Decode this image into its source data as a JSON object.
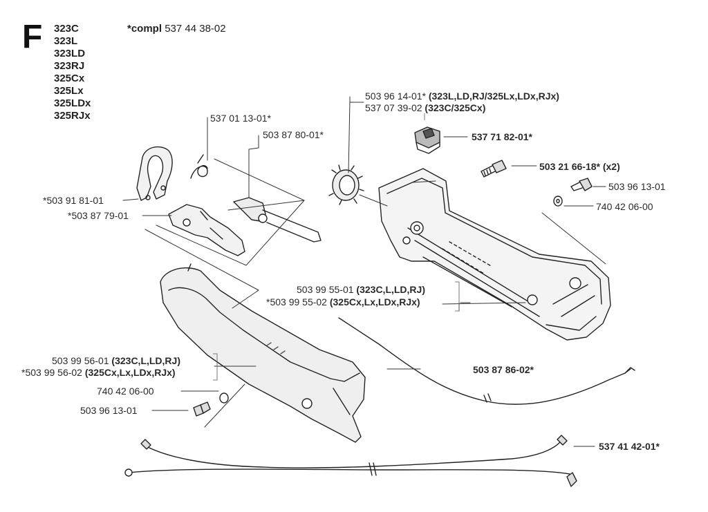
{
  "section": "F",
  "models": [
    "323C",
    "323L",
    "323LD",
    "323RJ",
    "325Cx",
    "325Lx",
    "325LDx",
    "325RJx"
  ],
  "compl": {
    "prefix": "*compl",
    "number": "537 44 38-02"
  },
  "parts": {
    "p_503961401": {
      "code": "503 96 14-01*",
      "note": "(323L,LD,RJ/325Lx,LDx,RJx)"
    },
    "p_537073902": {
      "code": "537 07 39-02",
      "note": "(323C/325Cx)"
    },
    "p_537718201": {
      "code": "537 71 82-01*"
    },
    "p_503216618": {
      "code": "503 21 66-18*",
      "note": "(x2)"
    },
    "p_503961301_top": {
      "code": "503 96 13-01"
    },
    "p_740420600_top": {
      "code": "740 42 06-00"
    },
    "p_537011301": {
      "code": "537 01 13-01*"
    },
    "p_503878001": {
      "code": "503 87 80-01*"
    },
    "p_503918101": {
      "code": "*503 91 81-01"
    },
    "p_503877901": {
      "code": "*503 87 79-01"
    },
    "p_503995501": {
      "code": "503 99 55-01",
      "note": "(323C,L,LD,RJ)"
    },
    "p_503995502": {
      "code": "*503 99 55-02",
      "note": "(325Cx,Lx,LDx,RJx)"
    },
    "p_503878602": {
      "code": "503 87 86-02*"
    },
    "p_503995601": {
      "code": "503 99 56-01",
      "note": "(323C,L,LD,RJ)"
    },
    "p_503995602": {
      "code": "*503 99 56-02",
      "note": "(325Cx,Lx,LDx,RJx)"
    },
    "p_740420600_bot": {
      "code": "740 42 06-00"
    },
    "p_503961301_bot": {
      "code": "503 96 13-01"
    },
    "p_537414201": {
      "code": "537 41 42-01*"
    }
  }
}
